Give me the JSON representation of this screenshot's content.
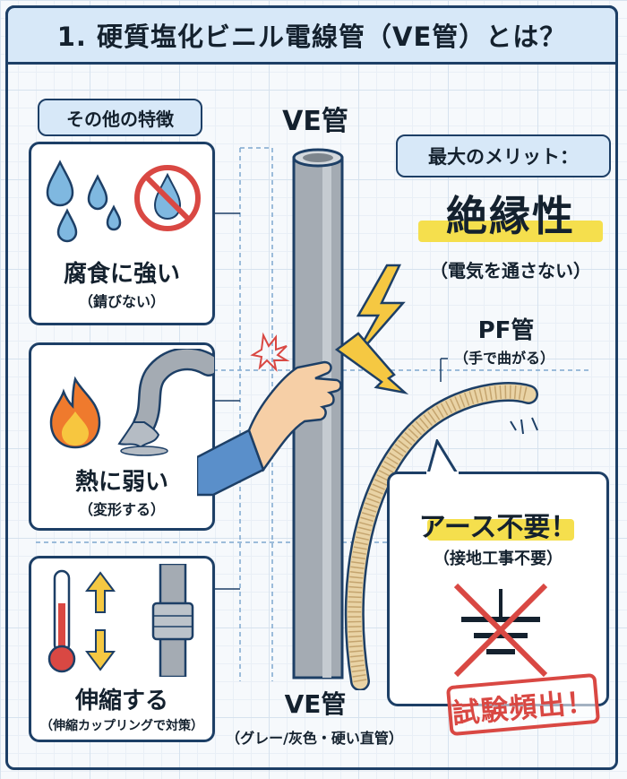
{
  "title": "1. 硬質塩化ビニル電線管（VE管）とは？",
  "left_heading": "その他の特徴",
  "features": [
    {
      "title": "腐食に強い",
      "sub": "（錆びない）"
    },
    {
      "title": "熱に弱い",
      "sub": "（変形する）"
    },
    {
      "title": "伸縮する",
      "sub": "（伸縮カップリングで対策）"
    }
  ],
  "pipe": {
    "top_label": "VE管",
    "bottom_label": "VE管",
    "bottom_sub": "（グレー/灰色・硬い直管）"
  },
  "merit": {
    "heading": "最大のメリット：",
    "main": "絶縁性",
    "sub": "（電気を通さない）"
  },
  "pf": {
    "label": "PF管",
    "sub": "（手で曲がる）"
  },
  "earth": {
    "title": "アース不要！",
    "sub": "（接地工事不要）"
  },
  "stamp": "試験頻出！",
  "colors": {
    "navy": "#1d3f66",
    "light_blue": "#d7e8f8",
    "highlight_yellow": "#f5df4d",
    "red": "#d94843",
    "pipe_gray": "#a4abb3"
  }
}
